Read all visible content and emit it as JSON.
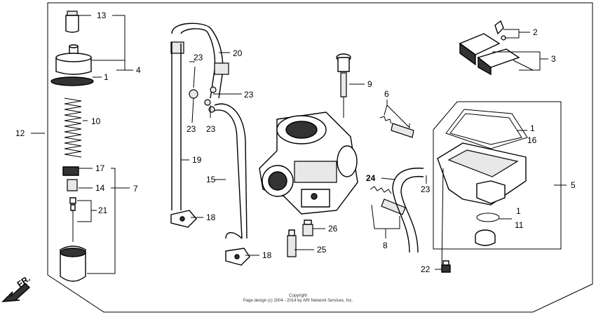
{
  "callouts": {
    "c1a": "1",
    "c1b": "1",
    "c1c": "1",
    "c2": "2",
    "c3": "3",
    "c4": "4",
    "c5": "5",
    "c6": "6",
    "c7": "7",
    "c8": "8",
    "c9": "9",
    "c10": "10",
    "c11": "11",
    "c12": "12",
    "c13": "13",
    "c14": "14",
    "c15": "15",
    "c16": "16",
    "c17": "17",
    "c18a": "18",
    "c18b": "18",
    "c19": "19",
    "c20": "20",
    "c21": "21",
    "c22": "22",
    "c23a": "23",
    "c23b": "23",
    "c23c": "23",
    "c23d": "23",
    "c23e": "23",
    "c24": "24",
    "c25": "25",
    "c26": "26"
  },
  "direction_label": "FR.",
  "copyright": {
    "line1": "Copyright",
    "line2": "Page design (c) 2004 - 2014 by ARI Network Services, Inc."
  }
}
